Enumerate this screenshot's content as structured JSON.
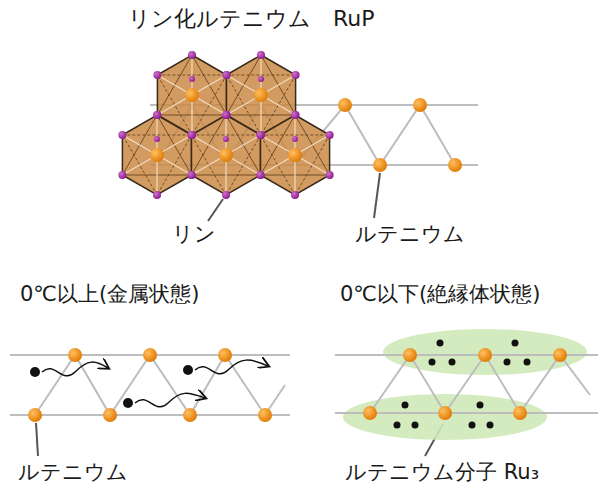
{
  "diagram": {
    "title": "リン化ルテニウム　RuP",
    "labels": [
      "リン",
      "ルテニウム",
      "0℃以上(金属状態)",
      "0℃以下(絶縁体状態)",
      "ルテニウム",
      "ルテニウム分子 Ru₃"
    ]
  }
}
